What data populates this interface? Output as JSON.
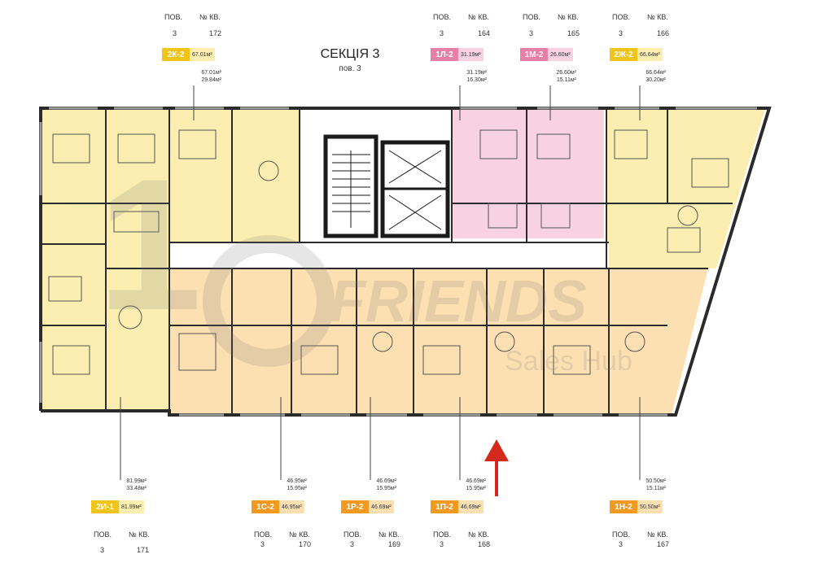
{
  "section": {
    "title": "СЕКЦІЯ 3",
    "floor": "пов. 3"
  },
  "watermark": {
    "brand": "FRIENDS",
    "sub": "Sales Hub"
  },
  "labels": {
    "floor_hdr": "ПОВ.",
    "apt_hdr": "№ КВ."
  },
  "apartments": [
    {
      "code": "2К-2",
      "floor": "3",
      "number": "172",
      "total": "67.01м²",
      "living": "29.84м²",
      "badge_area": "67.01м²",
      "color": "#f2c318",
      "light": "#fbeeb0"
    },
    {
      "code": "1Л-2",
      "floor": "3",
      "number": "164",
      "total": "31.19м²",
      "living": "16.30м²",
      "badge_area": "31.19м²",
      "color": "#e77fa7",
      "light": "#f8d2e0"
    },
    {
      "code": "1М-2",
      "floor": "3",
      "number": "165",
      "total": "26.60м²",
      "living": "15.11м²",
      "badge_area": "26.60м²",
      "color": "#e77fa7",
      "light": "#f8d2e0"
    },
    {
      "code": "2Ж-2",
      "floor": "3",
      "number": "166",
      "total": "66.64м²",
      "living": "30.20м²",
      "badge_area": "66.64м²",
      "color": "#f2c318",
      "light": "#fbeeb0"
    },
    {
      "code": "2И-1",
      "floor": "3",
      "number": "171",
      "total": "81.99м²",
      "living": "33.48м²",
      "badge_area": "81.99м²",
      "color": "#f2c318",
      "light": "#fbeeb0"
    },
    {
      "code": "1С-2",
      "floor": "3",
      "number": "170",
      "total": "46.95м²",
      "living": "15.95м²",
      "badge_area": "46.95м²",
      "color": "#f29a1f",
      "light": "#fde0b2"
    },
    {
      "code": "1Р-2",
      "floor": "3",
      "number": "169",
      "total": "46.69м²",
      "living": "15.95м²",
      "badge_area": "46.69м²",
      "color": "#f29a1f",
      "light": "#fde0b2"
    },
    {
      "code": "1П-2",
      "floor": "3",
      "number": "168",
      "total": "46.69м²",
      "living": "15.95м²",
      "badge_area": "46.69м²",
      "color": "#f29a1f",
      "light": "#fde0b2"
    },
    {
      "code": "1Н-2",
      "floor": "3",
      "number": "167",
      "total": "50.50м²",
      "living": "15.11м²",
      "badge_area": "50.50м²",
      "color": "#f29a1f",
      "light": "#fde0b2"
    }
  ],
  "colors": {
    "wall": "#2b2b2b",
    "corridor": "#ffffff",
    "arrow": "#d42a1c",
    "window": "#9a9a9a"
  }
}
